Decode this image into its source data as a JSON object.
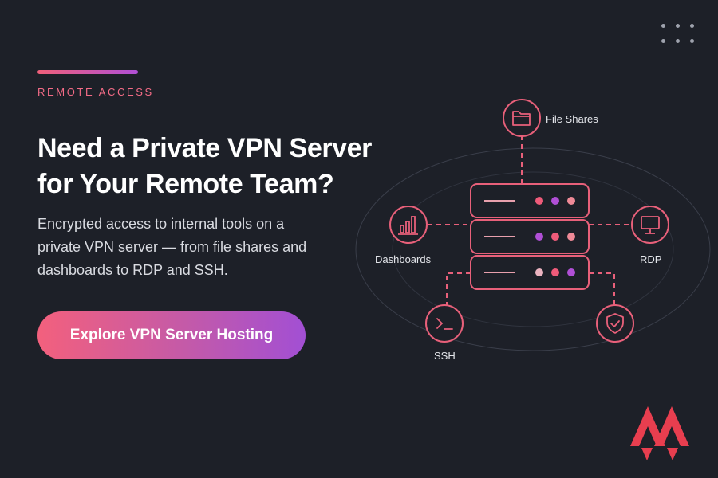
{
  "hero": {
    "eyebrow": "REMOTE ACCESS",
    "headline_lines": [
      "Need a Private VPN Server",
      "for Your Remote Team?"
    ],
    "body_lines": [
      "Encrypted access to internal tools on a",
      "private VPN server — from file shares and",
      "dashboards to RDP and SSH."
    ],
    "cta_label": "Explore VPN Server Hosting"
  },
  "diagram": {
    "nodes": {
      "file_shares": {
        "label": "File Shares",
        "icon": "folder-icon"
      },
      "dashboards": {
        "label": "Dashboards",
        "icon": "bar-chart-icon"
      },
      "rdp": {
        "label": "RDP",
        "icon": "monitor-icon"
      },
      "ssh": {
        "label": "SSH",
        "icon": "terminal-icon"
      },
      "security": {
        "label": "",
        "icon": "shield-check-icon"
      }
    },
    "server_units": 3
  },
  "decor": {
    "dots_icon": "dots-grid-icon",
    "logo_icon": "brand-logo-icon"
  },
  "colors": {
    "background": "#1d2028",
    "accent_pink": "#f0607a",
    "accent_purple": "#a24fd4",
    "line": "#e8607a",
    "text": "#ffffff",
    "muted_text": "#d9dbe1"
  }
}
